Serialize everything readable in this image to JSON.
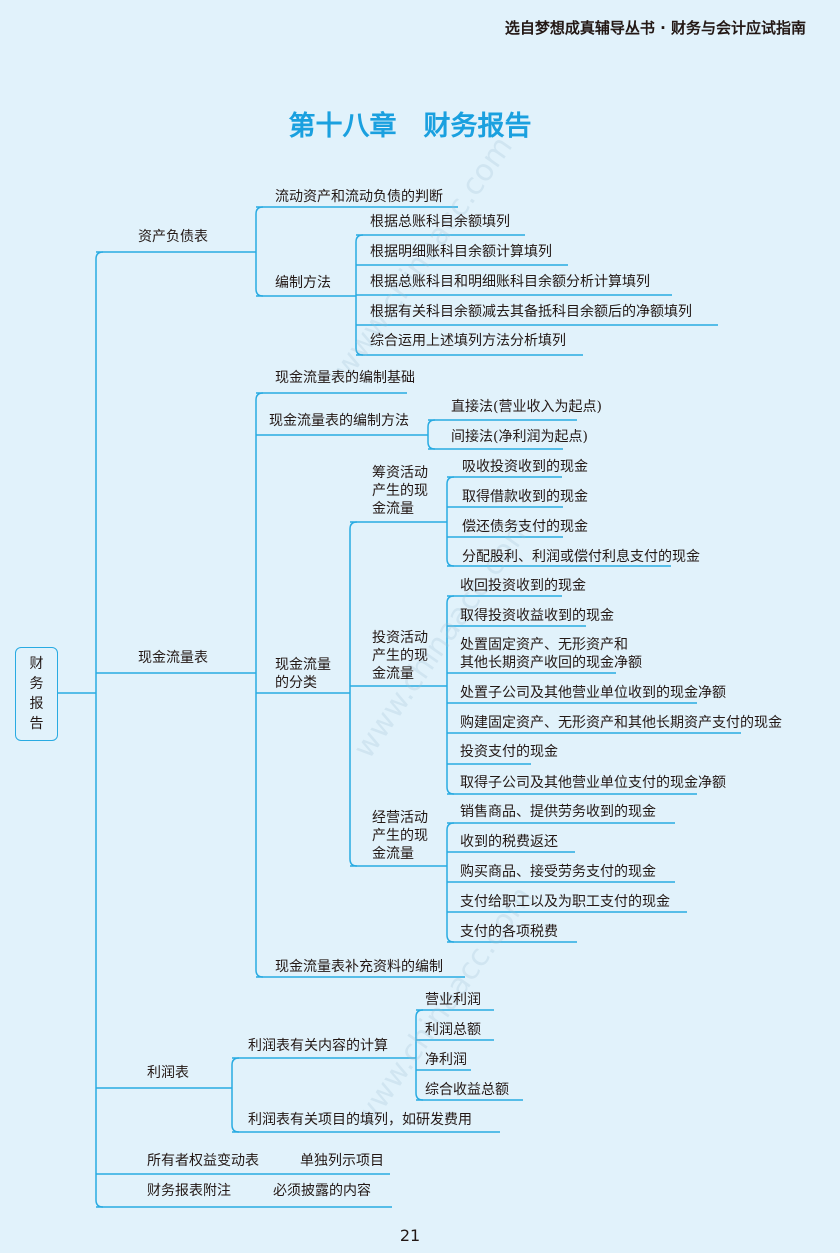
{
  "header": "选自梦想成真辅导丛书 · 财务与会计应试指南",
  "title": "第十八章　财务报告",
  "root": "财\n务\n报\n告",
  "balance_sheet": {
    "label": "资产负债表",
    "current_judgment": "流动资产和流动负债的判断",
    "method": {
      "label": "编制方法",
      "items": [
        "根据总账科目余额填列",
        "根据明细账科目余额计算填列",
        "根据总账科目和明细账科目余额分析计算填列",
        "根据有关科目余额减去其备抵科目余额后的净额填列",
        "综合运用上述填列方法分析填列"
      ]
    }
  },
  "cash_flow": {
    "label": "现金流量表",
    "basis": "现金流量表的编制基础",
    "method": {
      "label": "现金流量表的编制方法",
      "items": [
        "直接法(营业收入为起点)",
        "间接法(净利润为起点)"
      ]
    },
    "classification": {
      "label": "现金流量\n的分类",
      "financing": {
        "label": "筹资活动\n产生的现\n金流量",
        "items": [
          "吸收投资收到的现金",
          "取得借款收到的现金",
          "偿还债务支付的现金",
          "分配股利、利润或偿付利息支付的现金"
        ]
      },
      "investing": {
        "label": "投资活动\n产生的现\n金流量",
        "items": [
          "收回投资收到的现金",
          "取得投资收益收到的现金",
          "处置固定资产、无形资产和\n其他长期资产收回的现金净额",
          "处置子公司及其他营业单位收到的现金净额",
          "购建固定资产、无形资产和其他长期资产支付的现金",
          "投资支付的现金",
          "取得子公司及其他营业单位支付的现金净额"
        ]
      },
      "operating": {
        "label": "经营活动\n产生的现\n金流量",
        "items": [
          "销售商品、提供劳务收到的现金",
          "收到的税费返还",
          "购买商品、接受劳务支付的现金",
          "支付给职工以及为职工支付的现金",
          "支付的各项税费"
        ]
      }
    },
    "supplement": "现金流量表补充资料的编制"
  },
  "income": {
    "label": "利润表",
    "calc": {
      "label": "利润表有关内容的计算",
      "items": [
        "营业利润",
        "利润总额",
        "净利润",
        "综合收益总额"
      ]
    },
    "fill": "利润表有关项目的填列，如研发费用"
  },
  "equity": {
    "label": "所有者权益变动表",
    "item": "单独列示项目"
  },
  "notes": {
    "label": "财务报表附注",
    "item": "必须披露的内容"
  },
  "page_number": "21",
  "colors": {
    "line": "#29abe2",
    "title": "#1aa0df",
    "background": "#e1f2fb"
  }
}
